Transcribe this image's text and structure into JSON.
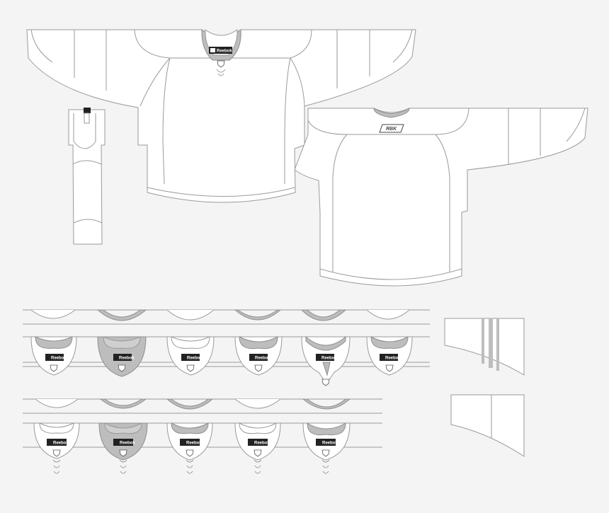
{
  "title": "",
  "brand": {
    "jock_tag_text": "Reebok",
    "front_logo": "reebok-vector-logo",
    "shield": "nhl-shield-icon"
  },
  "colors": {
    "background": "#f4f4f4",
    "outline": "#9a9a9a",
    "fill": "#ffffff",
    "accent_gray": "#bdbdbd",
    "tag_black": "#222222"
  },
  "collar_rows": [
    {
      "row": "top-front",
      "variants": [
        "v1",
        "v2",
        "v3",
        "v4",
        "v5",
        "v6"
      ]
    },
    {
      "row": "bottom-front",
      "variants": [
        "v7",
        "v8",
        "v9",
        "v10",
        "v11"
      ]
    }
  ],
  "parts": [
    "jersey-front",
    "jersey-back",
    "pant-leg",
    "sleeve-cuff-striped",
    "sleeve-cuff-plain"
  ]
}
